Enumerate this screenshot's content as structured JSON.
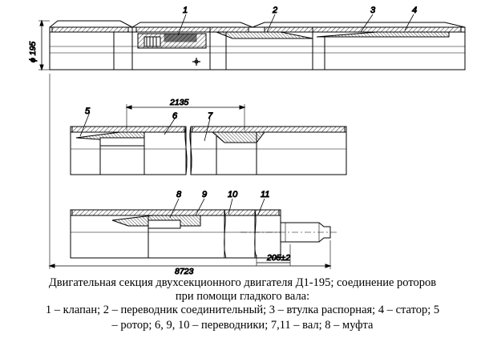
{
  "drawing": {
    "callouts": {
      "c1": "1",
      "c2": "2",
      "c3": "3",
      "c4": "4",
      "c5": "5",
      "c6": "6",
      "c7": "7",
      "c8": "8",
      "c9": "9",
      "c10": "10",
      "c11": "11"
    },
    "dimensions": {
      "diameter": "ϕ 195",
      "segment_length": "2135",
      "total_length": "8723",
      "shaft_end": "205±2"
    }
  },
  "caption": {
    "line1": "Двигательная секция двухсекционного двигателя Д1-195; соединение роторов",
    "line2": "при помощи гладкого вала:",
    "line3": "1 – клапан; 2 – переводник соединительный; 3 – втулка распорная; 4 – статор; 5",
    "line4": "– ротор; 6, 9, 10 – переводники; 7,11 – вал; 8 – муфта"
  }
}
